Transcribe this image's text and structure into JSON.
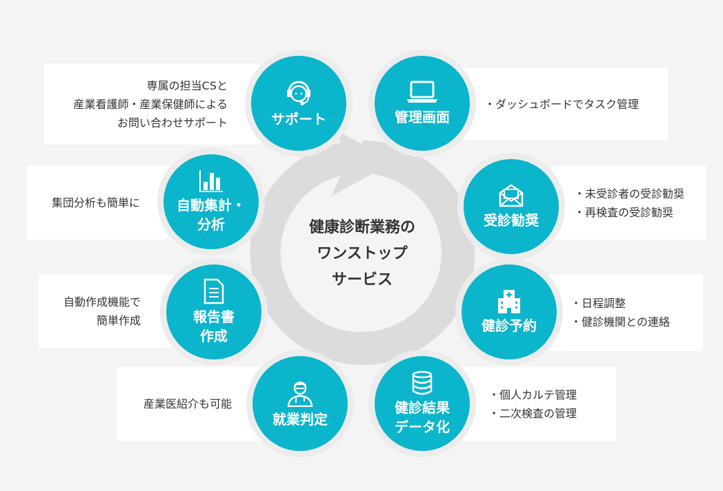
{
  "center_title": [
    "健康診断業務の",
    "ワンストップ",
    "サービス"
  ],
  "colors": {
    "accent": "#0bb5cc",
    "ring": "#dcdcdc",
    "background": "#f4f4f4"
  },
  "services": [
    {
      "id": "support",
      "icon": "headset-icon",
      "title": [
        "サポート"
      ],
      "desc": [
        "専属の担当CSと",
        "産業看護師・産業保健師による",
        "お問い合わせサポート"
      ]
    },
    {
      "id": "admin",
      "icon": "laptop-icon",
      "title": [
        "管理画面"
      ],
      "desc": [
        "・ダッシュボードでタスク管理"
      ]
    },
    {
      "id": "analytics",
      "icon": "bar-chart-icon",
      "title": [
        "自動集計・",
        "分析"
      ],
      "desc": [
        "集団分析も簡単に"
      ]
    },
    {
      "id": "recommend",
      "icon": "envelope-icon",
      "title": [
        "受診勧奨"
      ],
      "desc": [
        "・未受診者の受診勧奨",
        "・再検査の受診勧奨"
      ]
    },
    {
      "id": "report",
      "icon": "document-icon",
      "title": [
        "報告書",
        "作成"
      ],
      "desc": [
        "自動作成機能で",
        "簡単作成"
      ]
    },
    {
      "id": "booking",
      "icon": "hospital-icon",
      "title": [
        "健診予約"
      ],
      "desc": [
        "・日程調整",
        "・健診機関との連絡"
      ]
    },
    {
      "id": "judgement",
      "icon": "doctor-icon",
      "title": [
        "就業判定"
      ],
      "desc": [
        "産業医紹介も可能"
      ]
    },
    {
      "id": "digitize",
      "icon": "database-icon",
      "title": [
        "健診結果",
        "データ化"
      ],
      "desc": [
        "・個人カルテ管理",
        "・二次検査の管理"
      ]
    }
  ]
}
